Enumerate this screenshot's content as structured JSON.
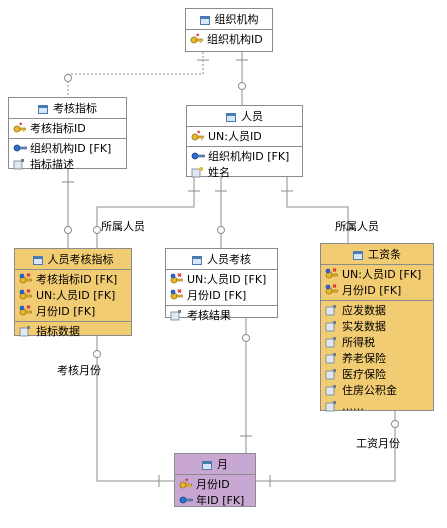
{
  "colors": {
    "white_entity": "#ffffff",
    "yellow_entity": "#f2cc73",
    "purple_entity": "#c8a8d2",
    "line": "#8c8c8c"
  },
  "entities": {
    "org": {
      "title": "组织机构",
      "pk": [
        "组织机构ID"
      ],
      "fk": [],
      "attrs": []
    },
    "kpi": {
      "title": "考核指标",
      "pk": [
        "考核指标ID"
      ],
      "fk": [
        "组织机构ID [FK]"
      ],
      "attrs": [
        "指标描述"
      ]
    },
    "person": {
      "title": "人员",
      "pk": [
        "UN:人员ID"
      ],
      "fk": [
        "组织机构ID [FK]"
      ],
      "attrs": [
        "姓名"
      ]
    },
    "person_kpi": {
      "title": "人员考核指标",
      "pk": [
        "考核指标ID [FK]",
        "UN:人员ID [FK]",
        "月份ID [FK]"
      ],
      "fk": [],
      "attrs": [
        "指标数据"
      ]
    },
    "person_eval": {
      "title": "人员考核",
      "pk": [
        "UN:人员ID [FK]",
        "月份ID [FK]"
      ],
      "fk": [],
      "attrs": [
        "考核结果"
      ]
    },
    "salary": {
      "title": "工资条",
      "pk": [
        "UN:人员ID [FK]",
        "月份ID [FK]"
      ],
      "fk": [],
      "attrs": [
        "应发数据",
        "实发数据",
        "所得税",
        "养老保险",
        "医疗保险",
        "住房公积金",
        "……"
      ]
    },
    "month": {
      "title": "月",
      "pk": [
        "月份ID"
      ],
      "fk": [
        "年ID [FK]"
      ],
      "attrs": []
    }
  },
  "labels": {
    "belongs_left": "所属人员",
    "belongs_right": "所属人员",
    "eval_month": "考核月份",
    "salary_month": "工资月份"
  }
}
